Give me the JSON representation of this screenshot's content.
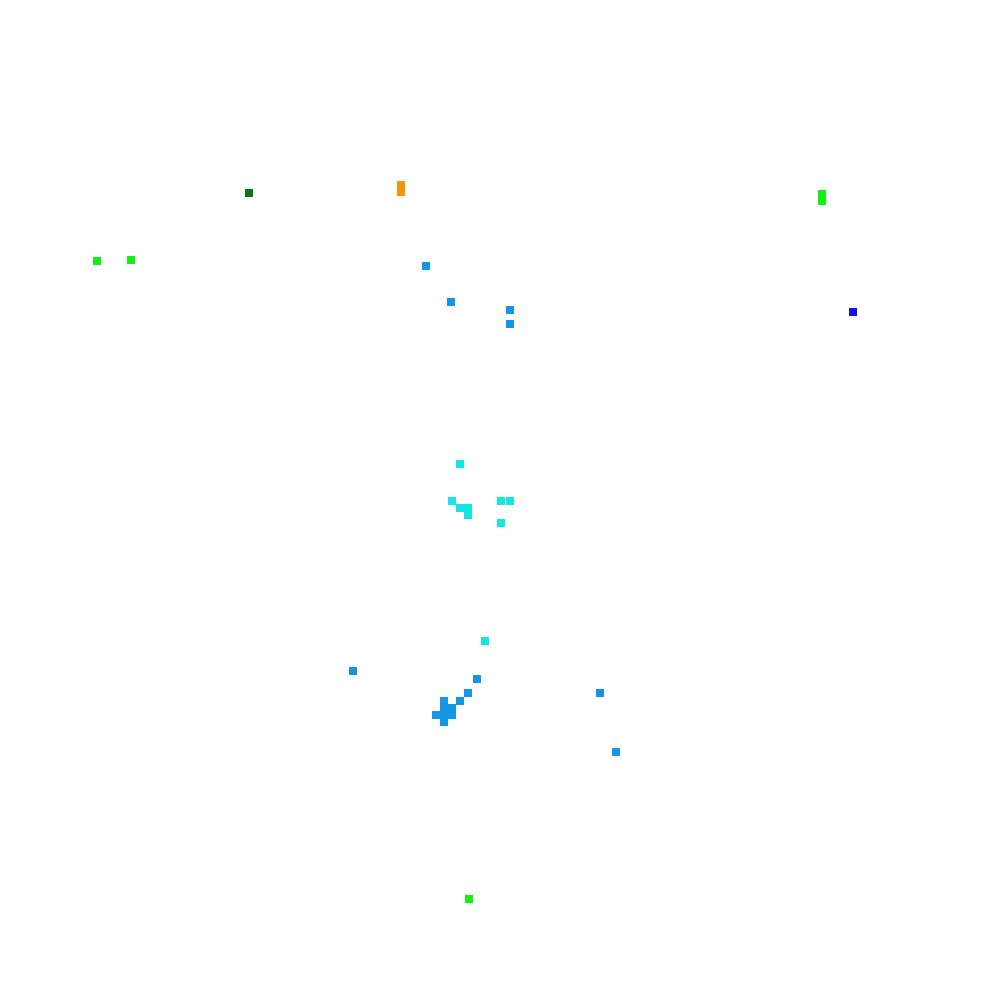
{
  "map": {
    "background": "#ffffff",
    "legend": {
      "light_blue": "#1496e6",
      "cyan": "#14e6e6",
      "green": "#14f014",
      "dark_green": "#0a7814",
      "orange": "#f5960a",
      "blue": "#1414e6"
    },
    "cell_groups": [
      {
        "color": "#14f014",
        "cells": [
          [
            97,
            261
          ],
          [
            131,
            260
          ],
          [
            822,
            194
          ],
          [
            822,
            201
          ],
          [
            469,
            899
          ]
        ]
      },
      {
        "color": "#0a7814",
        "cells": [
          [
            249,
            193
          ]
        ]
      },
      {
        "color": "#f5960a",
        "cells": [
          [
            401,
            185
          ],
          [
            401,
            192
          ]
        ]
      },
      {
        "color": "#1414e6",
        "cells": [
          [
            853,
            312
          ]
        ]
      },
      {
        "color": "#1496e6",
        "cells": [
          [
            426,
            266
          ],
          [
            451,
            302
          ],
          [
            510,
            310
          ],
          [
            510,
            324
          ],
          [
            353,
            671
          ],
          [
            477,
            679
          ],
          [
            468,
            693
          ],
          [
            600,
            693
          ],
          [
            460,
            701
          ],
          [
            444,
            701
          ],
          [
            452,
            708
          ],
          [
            444,
            708
          ],
          [
            436,
            715
          ],
          [
            444,
            715
          ],
          [
            452,
            715
          ],
          [
            444,
            722
          ],
          [
            616,
            752
          ]
        ]
      },
      {
        "color": "#14e6e6",
        "cells": [
          [
            460,
            464
          ],
          [
            452,
            501
          ],
          [
            501,
            501
          ],
          [
            510,
            501
          ],
          [
            460,
            508
          ],
          [
            468,
            508
          ],
          [
            468,
            515
          ],
          [
            501,
            523
          ],
          [
            485,
            641
          ]
        ]
      }
    ]
  }
}
